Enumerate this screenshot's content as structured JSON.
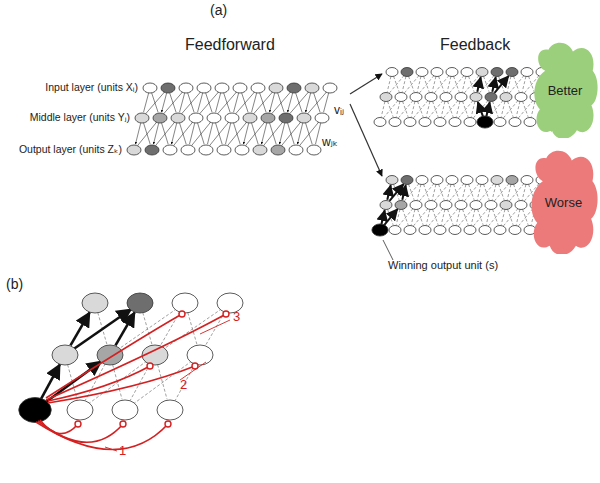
{
  "diagram": {
    "nodes": [
      {
        "text": [
          "Better"
        ]
      },
      {
        "text": [
          "Worse"
        ]
      }
    ],
    "labels": [
      "(a)",
      "Feedforward",
      "Feedback",
      "Input layer (units Xᵢ)",
      "Middle layer (units Yⱼ)",
      "Output layer (units Zₖ)",
      "vᵢⱼ",
      "wⱼₖ",
      "Winning output unit (s)",
      "(b)",
      "1",
      "2",
      "3"
    ]
  }
}
